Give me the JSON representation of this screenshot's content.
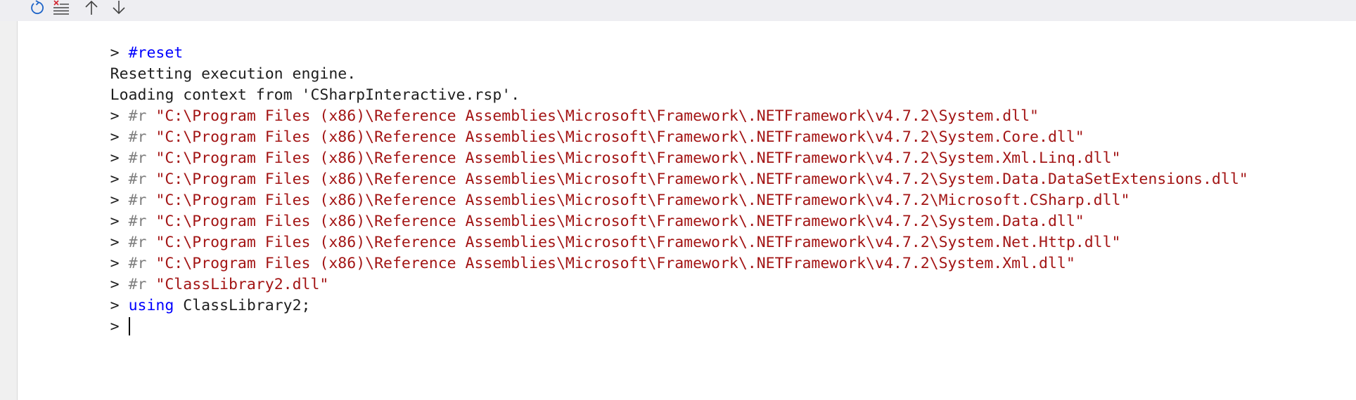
{
  "toolbar": {
    "buttons": [
      {
        "name": "reset-button",
        "icon": "reset-icon"
      },
      {
        "name": "clear-button",
        "icon": "clear-icon"
      },
      {
        "name": "history-up-button",
        "icon": "arrow-up-icon"
      },
      {
        "name": "history-down-button",
        "icon": "arrow-down-icon"
      }
    ]
  },
  "colors": {
    "keyword": "#0000ff",
    "directive": "#808080",
    "string": "#a31515",
    "text": "#1e1e1e"
  },
  "console": {
    "prompt": ">",
    "reset_cmd": "#reset",
    "out_resetting": "Resetting execution engine.",
    "out_loading": "Loading context from 'CSharpInteractive.rsp'.",
    "ref_directive": "#r",
    "refs": [
      "\"C:\\Program Files (x86)\\Reference Assemblies\\Microsoft\\Framework\\.NETFramework\\v4.7.2\\System.dll\"",
      "\"C:\\Program Files (x86)\\Reference Assemblies\\Microsoft\\Framework\\.NETFramework\\v4.7.2\\System.Core.dll\"",
      "\"C:\\Program Files (x86)\\Reference Assemblies\\Microsoft\\Framework\\.NETFramework\\v4.7.2\\System.Xml.Linq.dll\"",
      "\"C:\\Program Files (x86)\\Reference Assemblies\\Microsoft\\Framework\\.NETFramework\\v4.7.2\\System.Data.DataSetExtensions.dll\"",
      "\"C:\\Program Files (x86)\\Reference Assemblies\\Microsoft\\Framework\\.NETFramework\\v4.7.2\\Microsoft.CSharp.dll\"",
      "\"C:\\Program Files (x86)\\Reference Assemblies\\Microsoft\\Framework\\.NETFramework\\v4.7.2\\System.Data.dll\"",
      "\"C:\\Program Files (x86)\\Reference Assemblies\\Microsoft\\Framework\\.NETFramework\\v4.7.2\\System.Net.Http.dll\"",
      "\"C:\\Program Files (x86)\\Reference Assemblies\\Microsoft\\Framework\\.NETFramework\\v4.7.2\\System.Xml.dll\"",
      "\"ClassLibrary2.dll\""
    ],
    "using_keyword": "using",
    "using_rest": " ClassLibrary2;"
  }
}
